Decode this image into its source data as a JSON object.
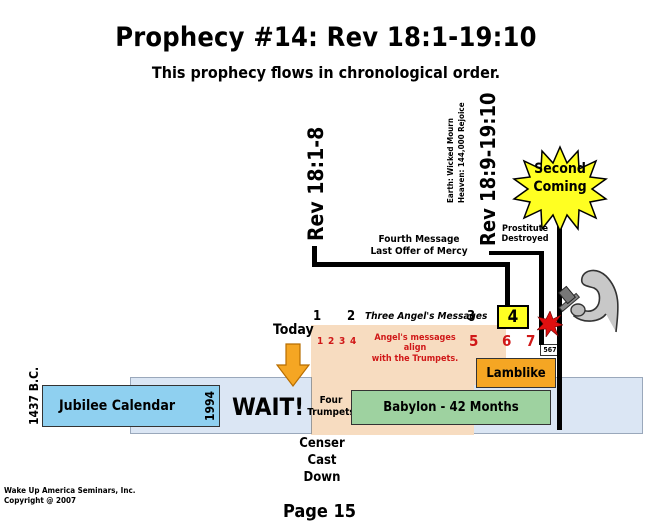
{
  "title": "Prophecy #14:  Rev 18:1-19:10",
  "subtitle": "This prophecy flows in chronological order.",
  "rev_18_1_8": "Rev 18:1-8",
  "rev_18_9_19_10": "Rev 18:9-19:10",
  "earth_heaven": [
    "Earth: Wicked Mourn",
    "Heaven: 144,000 Rejoice"
  ],
  "second_coming": [
    "Second",
    "Coming"
  ],
  "prostitute_destroyed": [
    "Prostitute",
    "Destroyed"
  ],
  "fourth_message": [
    "Fourth Message",
    "Last Offer of Mercy"
  ],
  "angel_numbers": {
    "n1": "1",
    "n2": "2",
    "n3": "3"
  },
  "three_angels": "Three Angel's Messages",
  "trumpet_numbers": {
    "t1": "1",
    "t2": "2",
    "t3": "3",
    "t4": "4",
    "t5": "5",
    "t6": "6",
    "t7": "7"
  },
  "angels_align": [
    "Angel's messages align",
    "with the Trumpets."
  ],
  "four_box": "4",
  "box_567": "567",
  "today": "Today",
  "lamblike": "Lamblike",
  "year_1437": "1437 B.C.",
  "jubilee": "Jubilee Calendar",
  "year_1994": "1994",
  "wait": "WAIT!",
  "four_trumpets": [
    "Four",
    "Trumpets"
  ],
  "babylon": "Babylon - 42 Months",
  "censer": [
    "Censer",
    "Cast",
    "Down"
  ],
  "credit": [
    "Wake Up America Seminars, Inc.",
    "Copyright @ 2007"
  ],
  "page": "Page 15",
  "colors": {
    "timeline_blue": "#dbe6f4",
    "jubilee_blue": "#8fd0f0",
    "peach": "#f7dcc0",
    "green": "#9ed2a0",
    "orange": "#f5a623",
    "yellow": "#ffff22",
    "red_text": "#d01818"
  },
  "icons": [
    "down-arrow-icon",
    "starburst-icon",
    "explosion-icon",
    "hammer-arm-icon"
  ]
}
